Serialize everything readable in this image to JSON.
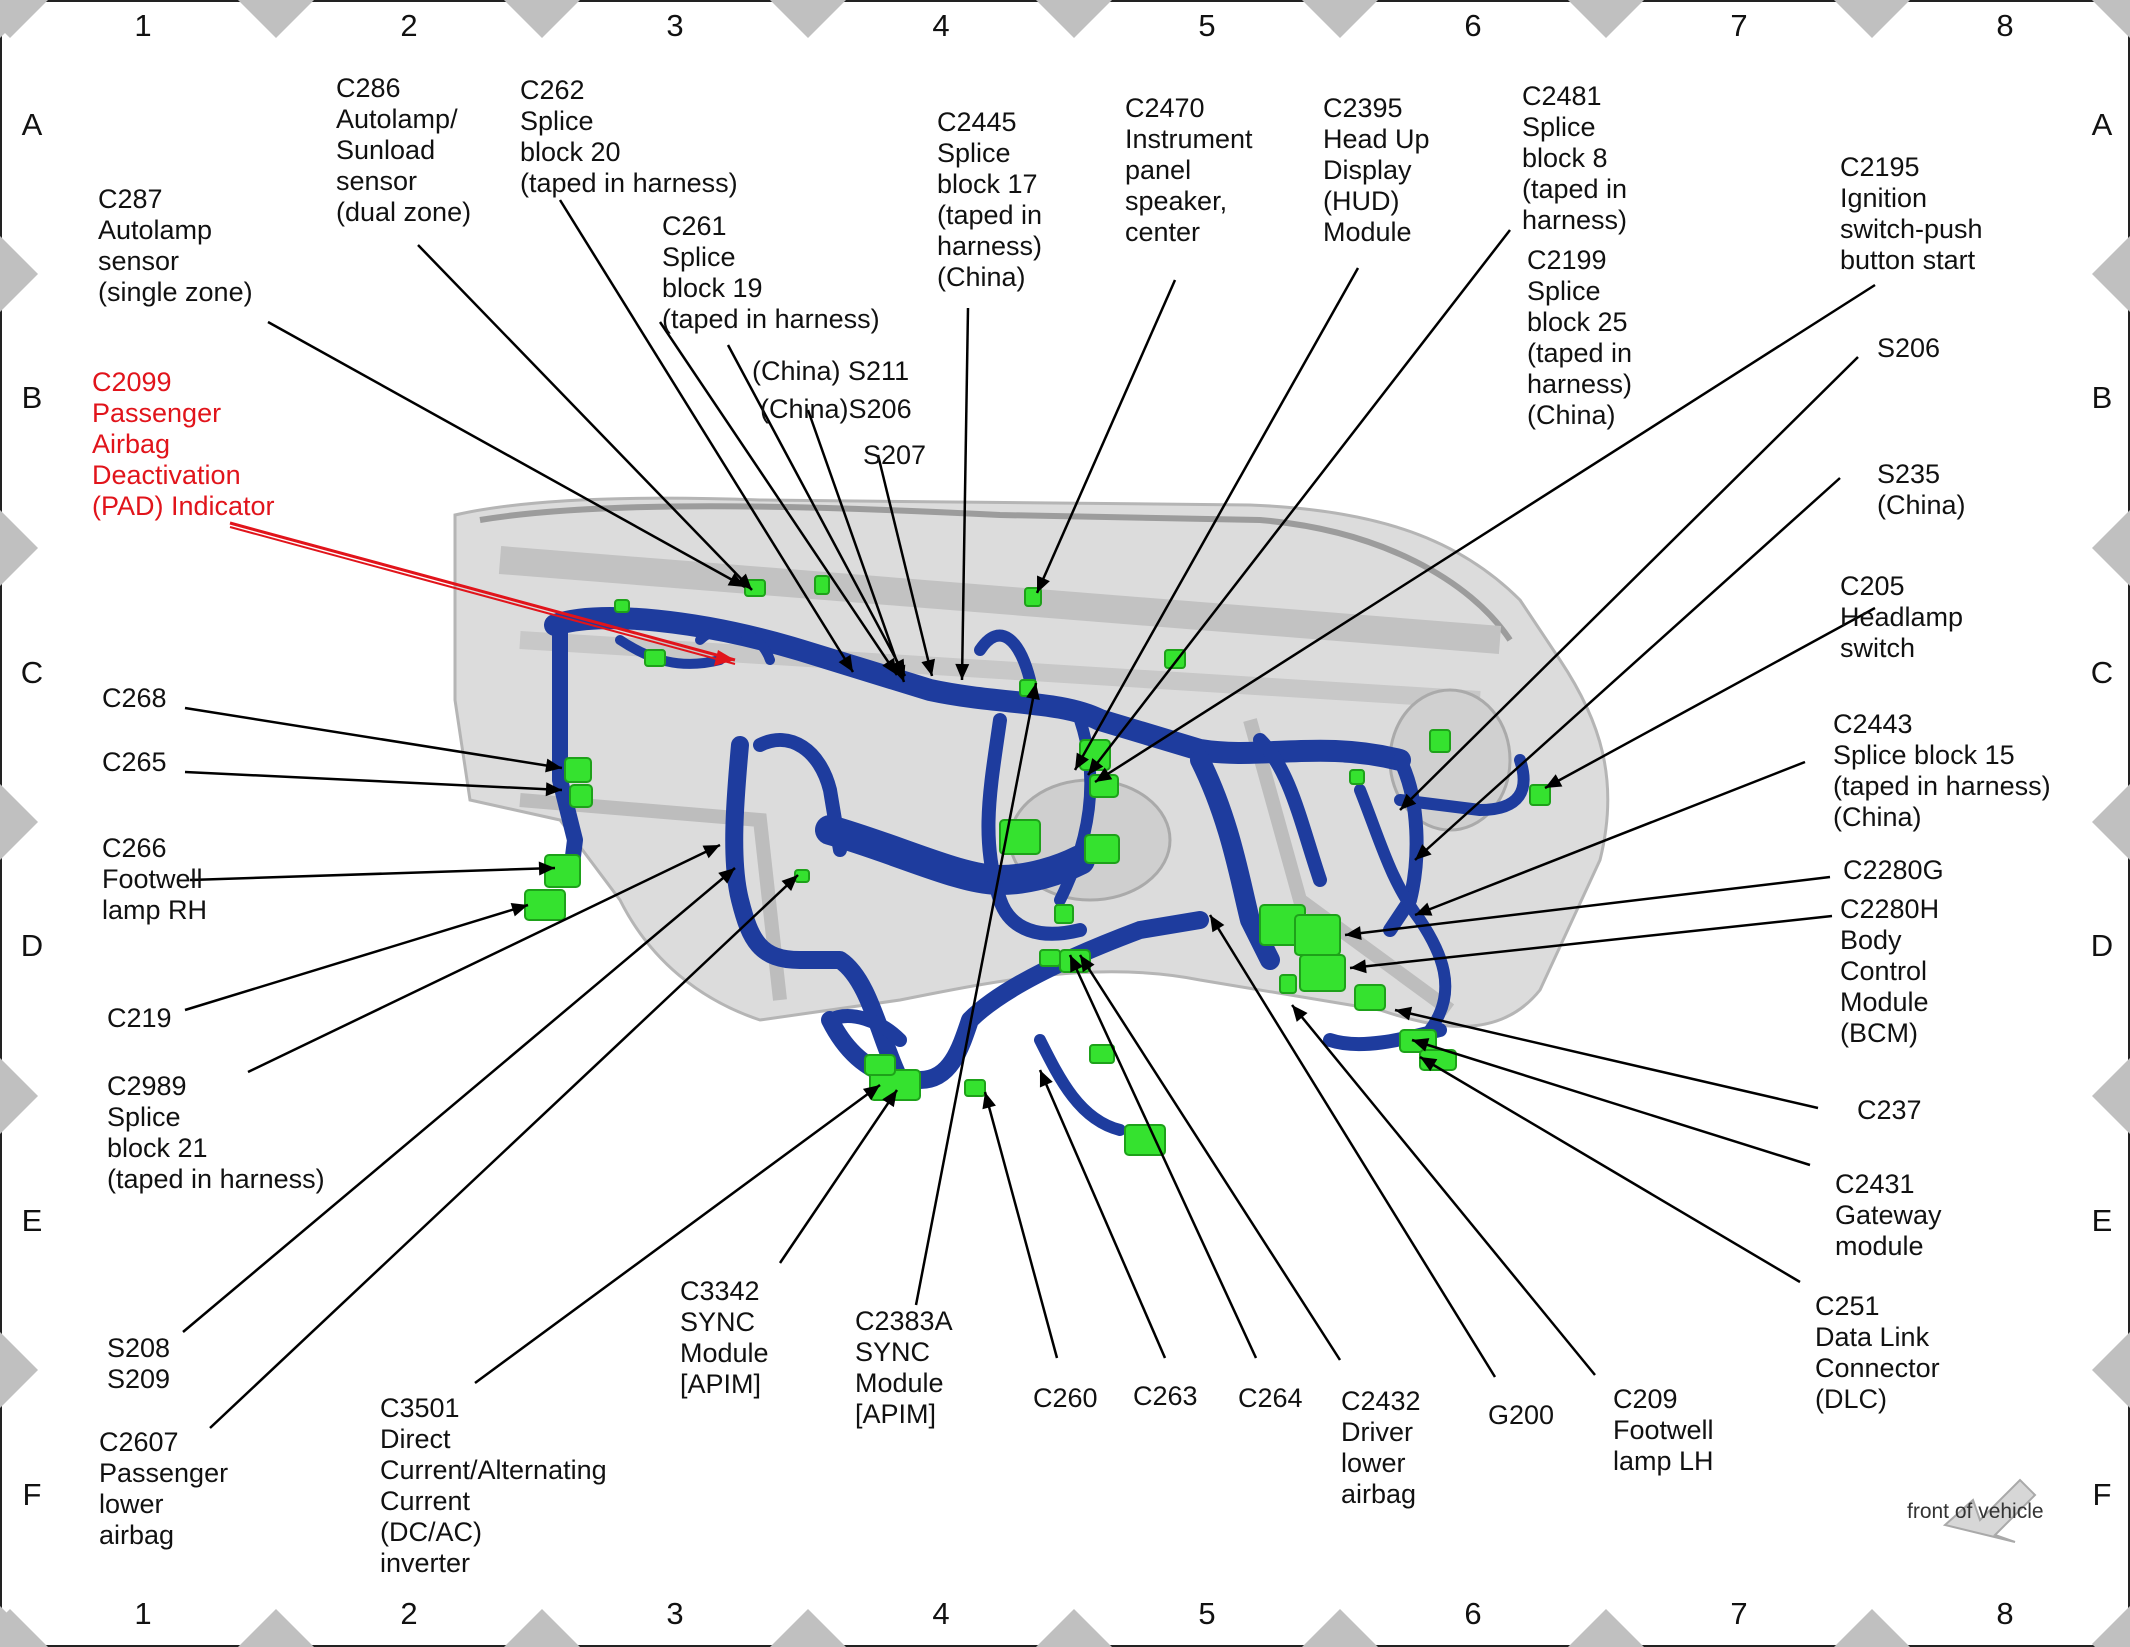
{
  "grid": {
    "columns": [
      "1",
      "2",
      "3",
      "4",
      "5",
      "6",
      "7",
      "8"
    ],
    "rows": [
      "A",
      "B",
      "C",
      "D",
      "E",
      "F"
    ]
  },
  "labels": {
    "c287": "C287\nAutolamp\nsensor\n(single zone)",
    "c286": "C286\nAutolamp/\nSunload\nsensor\n(dual zone)",
    "c262": "C262\nSplice\nblock 20\n(taped in harness)",
    "c261": "C261\nSplice\nblock 19\n(taped in harness)",
    "c2445": "C2445\nSplice\nblock 17\n(taped in\nharness)\n(China)",
    "c2470": "C2470\nInstrument\npanel\nspeaker,\ncenter",
    "c2395": "C2395\nHead Up\nDisplay\n(HUD)\nModule",
    "c2481": "C2481\nSplice\nblock 8\n(taped in\nharness)",
    "c2199": "C2199\nSplice\nblock 25\n(taped in\nharness)\n(China)",
    "c2195": "C2195\nIgnition\nswitch-push\nbutton start",
    "c2099": "C2099\nPassenger\nAirbag\nDeactivation\n(PAD) Indicator",
    "s211": "(China) S211",
    "s206a": "(China)S206",
    "s207": "S207",
    "s206b": "S206",
    "s235": "S235\n(China)",
    "c205": "C205\nHeadlamp\nswitch",
    "c2443": "C2443\nSplice block 15\n(taped in harness)\n(China)",
    "c268": "C268",
    "c265": "C265",
    "c266": "C266\nFootwell\nlamp RH",
    "c219": "C219",
    "c2989": "C2989\nSplice\nblock 21\n(taped in harness)",
    "c2280g": "C2280G",
    "c2280h": "C2280H\nBody\nControl\nModule\n(BCM)",
    "c237": "C237",
    "c2431": "C2431\nGateway\nmodule",
    "c251": "C251\nData Link\nConnector\n(DLC)",
    "s208": "S208\nS209",
    "c2607": "C2607\nPassenger\nlower\nairbag",
    "c3501": "C3501\nDirect\nCurrent/Alternating\nCurrent\n(DC/AC)\ninverter",
    "c3342": "C3342\nSYNC\nModule\n[APIM]",
    "c2383a": "C2383A\nSYNC\nModule\n[APIM]",
    "c260": "C260",
    "c263": "C263",
    "c264": "C264",
    "c2432": "C2432\nDriver\nlower\nairbag",
    "g200": "G200",
    "c209": "C209\nFootwell\nlamp LH"
  },
  "front_note": "front of vehicle",
  "colors": {
    "harness": "#1e3c9e",
    "connector": "#35e22f",
    "callout": "#000000",
    "highlight": "#e1141b",
    "panel": "#d6d6d6",
    "border_marker": "#c0c0c0"
  }
}
